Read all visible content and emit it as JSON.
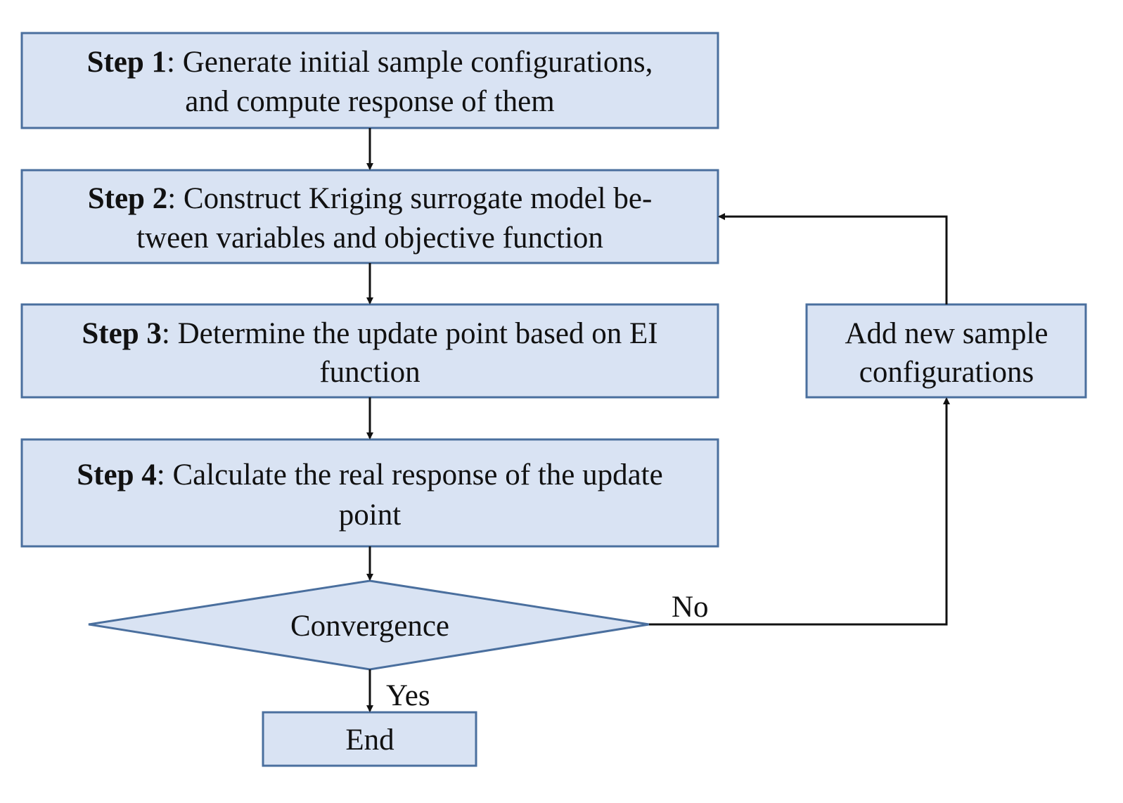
{
  "steps": [
    {
      "step": "Step 1",
      "sep": ": ",
      "line1": "Generate initial sample configurations,",
      "line2": "and compute response of them"
    },
    {
      "step": "Step 2",
      "sep": ": ",
      "line1": "Construct Kriging surrogate model be-",
      "line2": "tween variables and objective function"
    },
    {
      "step": "Step 3",
      "sep": ": ",
      "line1": "Determine the update point based on EI",
      "line2": "function"
    },
    {
      "step": "Step 4",
      "sep": ": ",
      "line1": "Calculate the real response of the update",
      "line2": "point"
    }
  ],
  "decision": {
    "label": "Convergence",
    "yes_label": "Yes",
    "no_label": "No"
  },
  "end": {
    "label": "End"
  },
  "side_box": {
    "line1": "Add new sample",
    "line2": "configurations"
  },
  "colors": {
    "box_fill": "#d9e3f3",
    "box_border": "#4a6f9e",
    "arrow": "#111111"
  }
}
